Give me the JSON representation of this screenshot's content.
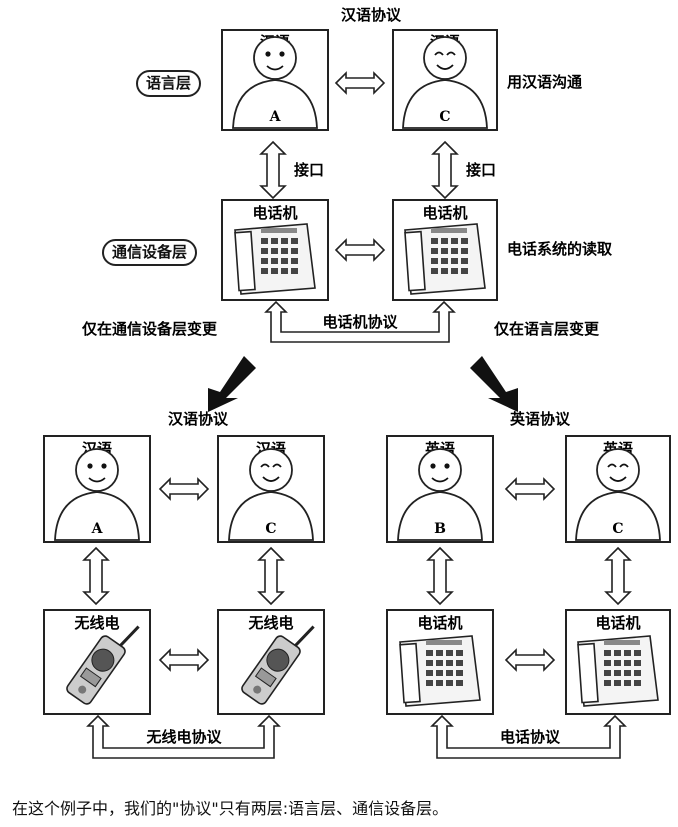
{
  "top": {
    "protocol_label": "汉语协议",
    "layer_language": "语言层",
    "layer_device": "通信设备层",
    "person_a": {
      "lang": "汉语",
      "letter": "A"
    },
    "person_c": {
      "lang": "汉语",
      "letter": "C"
    },
    "right_note_lang": "用汉语沟通",
    "interface_left": "接口",
    "interface_right": "接口",
    "phone_left": "电话机",
    "phone_right": "电话机",
    "right_note_device": "电话系统的读取",
    "phone_protocol": "电话机协议"
  },
  "branch": {
    "left_note": "仅在通信设备层变更",
    "right_note": "仅在语言层变更"
  },
  "bottom_left": {
    "protocol_label": "汉语协议",
    "person_a": {
      "lang": "汉语",
      "letter": "A"
    },
    "person_c": {
      "lang": "汉语",
      "letter": "C"
    },
    "device_left": "无线电",
    "device_right": "无线电",
    "device_protocol": "无线电协议"
  },
  "bottom_right": {
    "protocol_label": "英语协议",
    "person_b": {
      "lang": "英语",
      "letter": "B"
    },
    "person_c": {
      "lang": "英语",
      "letter": "C"
    },
    "device_left": "电话机",
    "device_right": "电话机",
    "device_protocol": "电话协议"
  },
  "caption": "在这个例子中，我们的\"协议\"只有两层:语言层、通信设备层。"
}
